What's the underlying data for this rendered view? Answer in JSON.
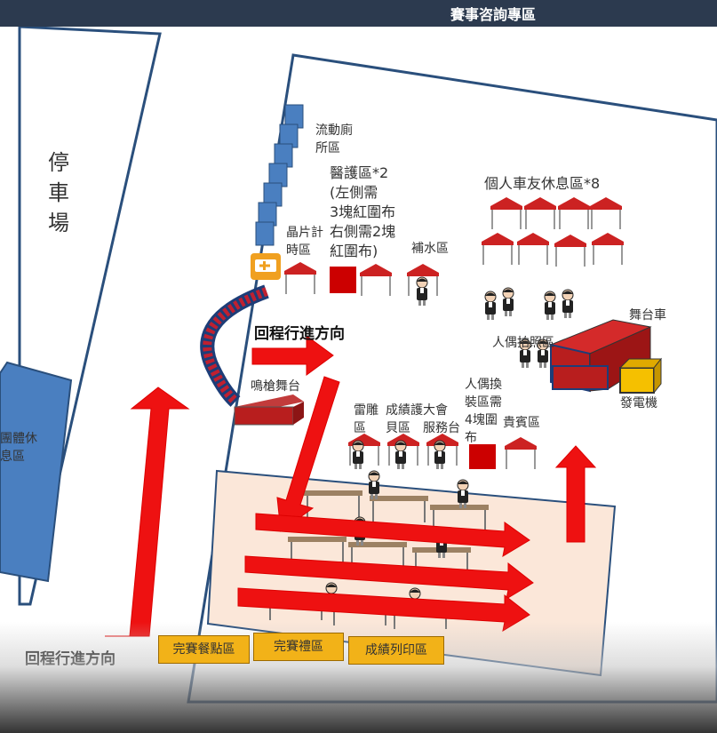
{
  "header": {
    "title": "賽事咨詢專區"
  },
  "map": {
    "parking": "停\n車\n場",
    "group_rest": "團體休\n息區",
    "portable_toilet": "流動廁\n所區",
    "medical": "醫護區*2\n(左側需\n3塊紅圍布\n右側需2塊\n紅圍布)",
    "chip_timing": "晶片計\n時區",
    "water_station": "補水區",
    "personal_rest": "個人車友休息區*8",
    "stage_truck": "舞台車",
    "generator": "發電機",
    "mascot_photo": "人偶拍照區",
    "return_direction_top": "回程行進方向",
    "return_direction_bottom": "回程行進方向",
    "gun_stage": "鳴槍舞台",
    "engraving": "雷雕\n區",
    "result_staff": "成績護\n貝區",
    "service_desk": "大會\n服務台",
    "mascot_change": "人偶換\n裝區需\n4塊圍\n布",
    "vip": "貴賓區",
    "finish_meal": "完賽餐點區",
    "finish_gift": "完賽禮區",
    "result_print": "成績列印區"
  },
  "colors": {
    "header_bg": "#2c3a4f",
    "arrow_red": "#ee1111",
    "block_blue": "#4a7fc0",
    "tent_red": "#cc2222",
    "stage_red": "#b81e1e",
    "generator_yellow": "#f5c000",
    "zone_peach": "#fbe7d9",
    "label_yellow": "#f2b218"
  }
}
